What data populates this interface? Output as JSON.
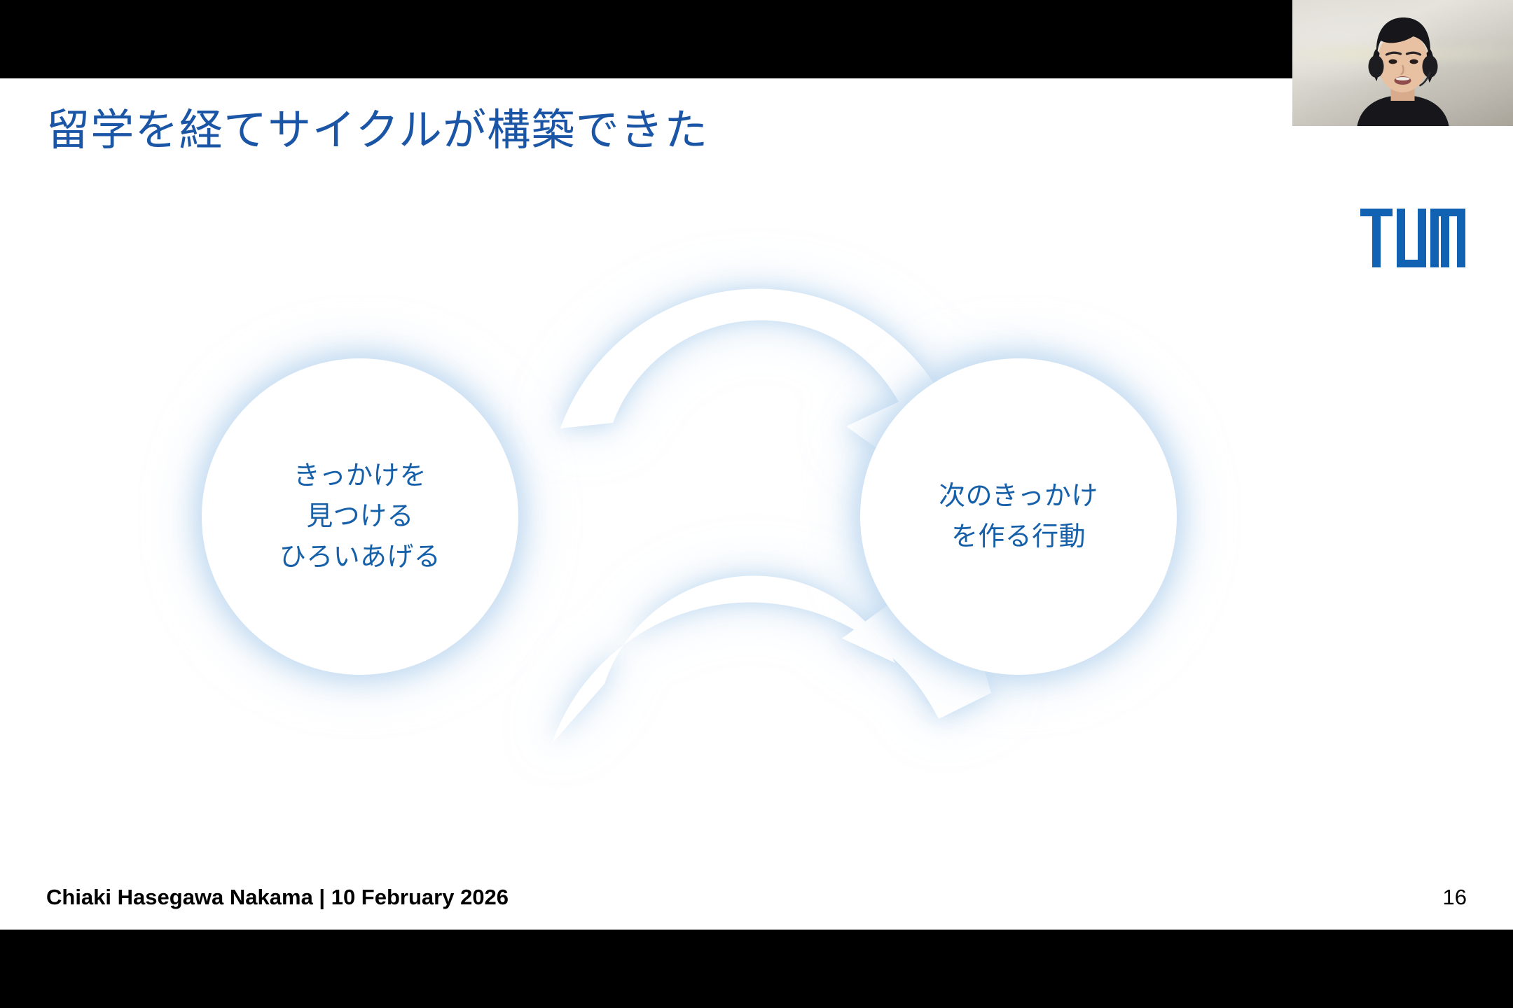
{
  "slide": {
    "title": "留学を経てサイクルが構築できた",
    "page_number": "16",
    "footer": "Chiaki Hasegawa Nakama | 10 February 2026",
    "background_color": "#ffffff",
    "letterbox_color": "#000000",
    "accent_color": "#1a55a6"
  },
  "diagram": {
    "type": "cycle",
    "node_text_color": "#1660a9",
    "arrow_color": "#ffffff",
    "arrow_glow_color": "#c1d9f0",
    "nodes": [
      {
        "id": "node-left",
        "label": "きっかけを\n見つける\nひろいあげる",
        "position": "left"
      },
      {
        "id": "node-right",
        "label": "次のきっかけ\nを作る行動",
        "position": "right"
      }
    ],
    "arrows": [
      {
        "id": "arrow-top",
        "direction": "left-to-right",
        "shape": "curved-clockwise"
      },
      {
        "id": "arrow-bottom",
        "direction": "right-to-left",
        "shape": "curved-clockwise"
      }
    ]
  },
  "branding": {
    "logo_name": "tum-logo",
    "logo_color": "#1162b3"
  },
  "webcam": {
    "present": true,
    "label": "presenter-webcam-feed"
  }
}
